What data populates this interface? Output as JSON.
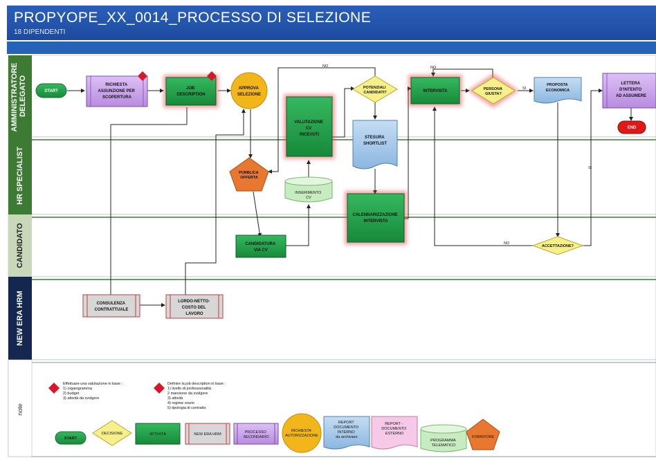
{
  "header": {
    "title": "PROPYOPE_XX_0014_PROCESSO  DI SELEZIONE",
    "subtitle": "18 DIPENDENTI"
  },
  "lanes": {
    "amministratore": [
      "AMMINISTRATORE",
      "DELEGATO"
    ],
    "hr": "HR SPECIALIST",
    "candidato": "CANDIDATO",
    "newera": "NEW ERA HRM",
    "note": "note"
  },
  "nodes": {
    "start": "START",
    "richiesta": [
      "RICHIESTA",
      "ASSUNZIONE PER",
      "SCOPERTURA"
    ],
    "job": [
      "JOB",
      "DESCRIPTION"
    ],
    "approva": [
      "APPROVA",
      "SELEZIONE"
    ],
    "valutazione": [
      "VALUTAZIONE",
      "CV",
      "RICEVUTI"
    ],
    "potenziali": [
      "POTENZIALI",
      "CANDIDATI?"
    ],
    "stesura": [
      "STESURA",
      "SHORTLIST"
    ],
    "intervista": "INTERVISTA",
    "persona": [
      "PERSONA",
      "GIUSTA?"
    ],
    "proposta": [
      "PROPOSTA",
      "ECONOMICA"
    ],
    "lettera": [
      "LETTERA",
      "D'INTENTO",
      "AD ASSUMERE"
    ],
    "end": "END",
    "pubblica": [
      "PUBBLICA",
      "OFFERTA"
    ],
    "inserimento": [
      "INSERIMENTO",
      "CV"
    ],
    "calendarizzazione": [
      "CALENDARIZZAZIONE",
      "INTERVISTA"
    ],
    "candidatura": [
      "CANDIDATURA",
      "VIA CV"
    ],
    "accettazione": "ACCETTAZIONE?",
    "consulenza": [
      "CONSULENZA",
      "CONTRATTUALE"
    ],
    "lordo": [
      "LORDO-NETTO-",
      "COSTO DEL",
      "LAVORO"
    ]
  },
  "edge_labels": {
    "no": "NO",
    "si": "SI"
  },
  "notes": {
    "note1": [
      "Effettuare una valutazione in base :",
      "1) organigramma",
      "2) budget",
      "3) attività da svolgere"
    ],
    "note2": [
      "Definire la job description in base :",
      "1) livello di professionalità",
      "2 mansione da svolgere",
      "3) attività",
      "4) regime orario",
      "5) tipologia di contratto"
    ]
  },
  "legend": {
    "start": "START",
    "decisione": "DECISIONE",
    "attivita": "ATTIVITÀ",
    "newera": "NEW ERA HRM",
    "processo": [
      "PROCESSO",
      "SECONDARIO"
    ],
    "richiesta": [
      "RICHIESTA",
      "AUTORIZZAZIONE"
    ],
    "report_interno": [
      "REPORT",
      "DOCUMENTO",
      "INTERNO",
      "da archiviare"
    ],
    "report_esterno": [
      "REPORT -",
      "DOCUMENTO",
      "ESTERNO"
    ],
    "programma": [
      "PROGRAMMA",
      "TELEMATICO"
    ],
    "fornitore": "FORNITORE"
  },
  "colors": {
    "header_blue": "#1d4aa0",
    "lane_green": "#3d7a33",
    "lane_navy": "#14284f",
    "activity_green": "#1f9a48",
    "purple": "#c59be8",
    "decision_yellow": "#f7f08a",
    "approve_gold": "#f2b51a",
    "orange": "#e8772f",
    "doc_blue": "#9fc3e6",
    "pink": "#f7c9e8",
    "red_glow": "#e64a4a"
  }
}
